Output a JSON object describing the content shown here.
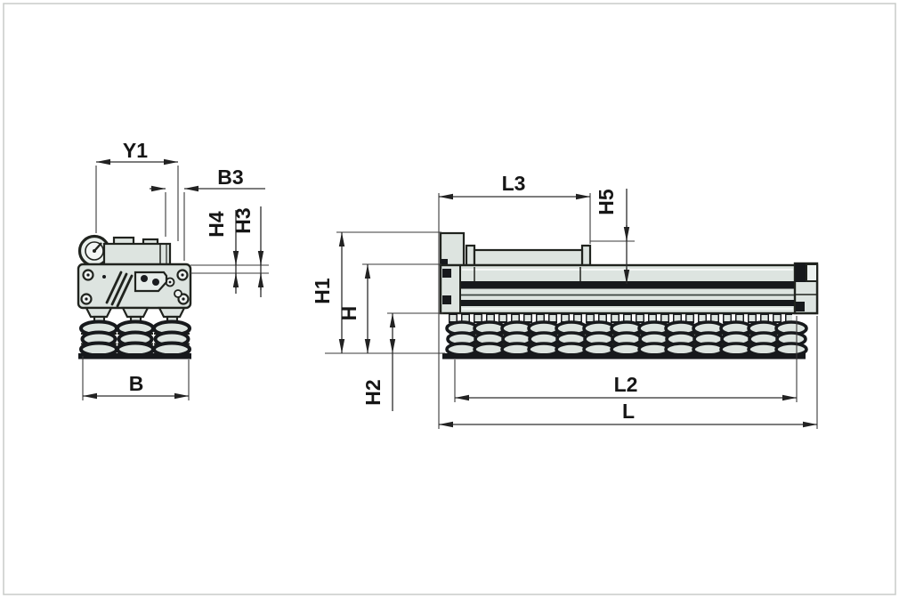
{
  "drawing": {
    "description": "Technical dimension drawing of a vacuum area gripper bar with bellows suction cups, shown in end view (left) and side view (right)",
    "views": [
      {
        "id": "end-view",
        "dimension_labels": [
          "Y1",
          "B3",
          "H4",
          "H3",
          "B"
        ]
      },
      {
        "id": "side-view",
        "dimension_labels": [
          "L3",
          "H5",
          "H1",
          "H",
          "H2",
          "L2",
          "L"
        ]
      }
    ]
  },
  "labels": {
    "Y1": "Y1",
    "B3": "B3",
    "H4": "H4",
    "H3": "H3",
    "B": "B",
    "L3": "L3",
    "H5": "H5",
    "H1": "H1",
    "H": "H",
    "H2": "H2",
    "L2": "L2",
    "L": "L"
  },
  "colors": {
    "background": "#ffffff",
    "frame": "#c8ccc9",
    "outline": "#20231e",
    "fill_light": "#dde4e0",
    "fill_lighter": "#edf2f0",
    "band_dark": "#17191c",
    "dimension_line": "#2d2d2d",
    "text": "#161616"
  }
}
